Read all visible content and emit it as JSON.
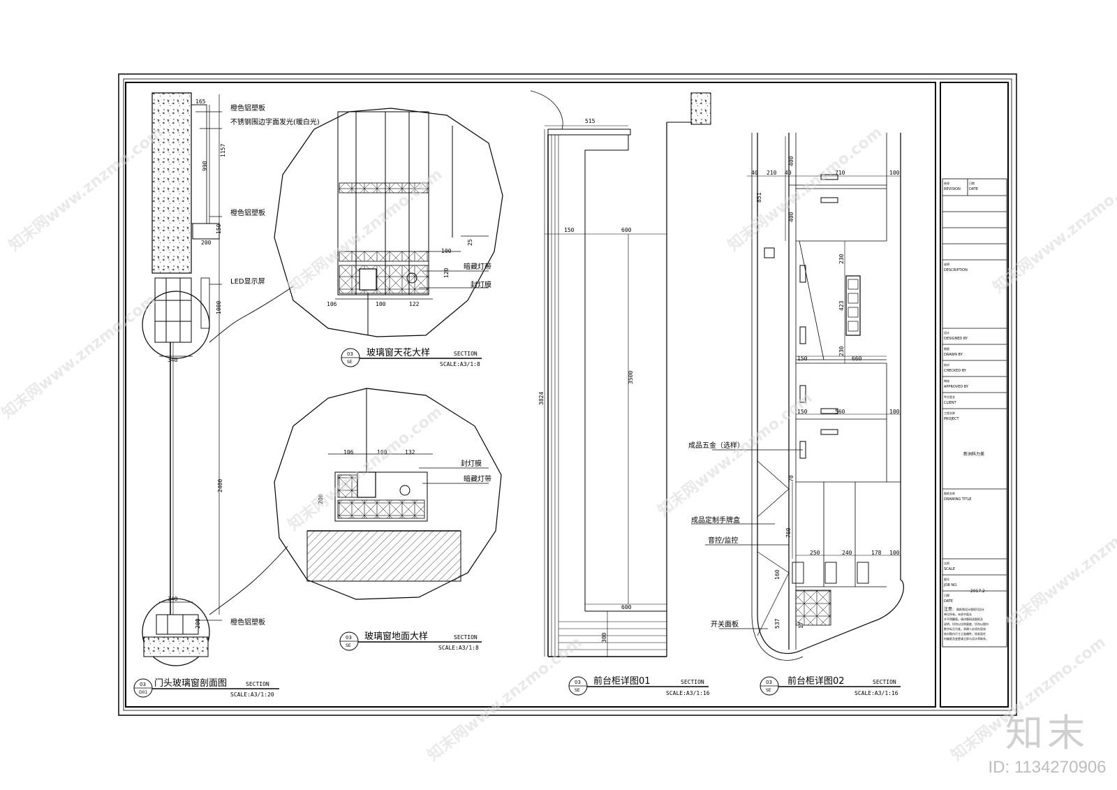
{
  "drawings": {
    "door_section": {
      "number": "03",
      "sheet": "D01",
      "title": "门头玻璃窗剖面图",
      "section": "SECTION",
      "scale": "SCALE:A3/1:20"
    },
    "ceiling_detail": {
      "number": "03",
      "sheet": "SE",
      "title": "玻璃窗天花大样",
      "section": "SECTION",
      "scale": "SCALE:A3/1:8"
    },
    "floor_detail": {
      "number": "03",
      "sheet": "SE",
      "title": "玻璃窗地面大样",
      "section": "SECTION",
      "scale": "SCALE:A3/1:8"
    },
    "counter_01": {
      "number": "03",
      "sheet": "SE",
      "title": "前台柜详图01",
      "section": "SECTION",
      "scale": "SCALE:A3/1:16"
    },
    "counter_02": {
      "number": "03",
      "sheet": "SE",
      "title": "前台柜详图02",
      "section": "SECTION",
      "scale": "SCALE:A3/1:16"
    }
  },
  "labels": {
    "orange_panel_1": "橙色铝塑板",
    "steel_letter": "不锈钢围边字面发光(暖白光)",
    "orange_panel_2": "橙色铝塑板",
    "led_screen": "LED显示屏",
    "orange_panel_3": "橙色铝塑板",
    "hidden_light_1": "暗藏灯带",
    "seal_film_1": "封灯膜",
    "seal_film_2": "封灯膜",
    "hidden_light_2": "暗藏灯带",
    "hardware": "成品五金（选样）",
    "hand_box": "成品定制手牌盒",
    "audio": "音控/监控",
    "switch_panel": "开关面板"
  },
  "dims": {
    "d165": "165",
    "d1157": "1157",
    "d990": "990",
    "d150a": "150",
    "d200a": "200",
    "d1000": "1000",
    "d340a": "340",
    "d2400": "2400",
    "d340b": "340",
    "d200b": "200",
    "d100a": "100",
    "d25": "25",
    "d120": "120",
    "d106a": "106",
    "d100b": "100",
    "d122": "122",
    "d106b": "106",
    "d100c": "100",
    "d132": "132",
    "d200c": "200",
    "d515": "515",
    "d150b": "150",
    "d600a": "600",
    "d3824": "3824",
    "d3500": "3500",
    "d600b": "600",
    "d300": "300",
    "d40a": "40",
    "d210": "210",
    "d40b": "40",
    "d400a": "400",
    "d710": "710",
    "d100d": "100",
    "d400b": "400",
    "d851": "851",
    "d230a": "230",
    "d423": "423",
    "d230b": "230",
    "d660": "660",
    "d150c": "150",
    "d150d": "150",
    "d560": "560",
    "d100e": "100",
    "d70": "70",
    "d760": "760",
    "d250": "250",
    "d240": "240",
    "d178": "178",
    "d100f": "100",
    "d160": "160",
    "d537": "537",
    "d17": "17"
  },
  "title_block": {
    "revision_cn": "修改",
    "revision": "REVISION",
    "date_cn": "日期",
    "date": "DATE",
    "description_cn": "说明",
    "description": "DESCRIPTION",
    "designed_cn": "设计",
    "designed": "DESIGNED BY",
    "drawn_cn": "制图",
    "drawn": "DRAWN BY",
    "checked_cn": "校对",
    "checked": "CHECKED BY",
    "approved_cn": "审核",
    "approved": "APPROVED BY",
    "client_cn": "甲方签名",
    "client": "CLIENT",
    "project_cn": "工程名称",
    "project": "PROJECT",
    "project_name": "新洲科力美",
    "drawing_title_cn": "图纸名称",
    "drawing_title": "DRAWING TITLE",
    "scale_cn": "比例",
    "scale": "SCALE",
    "job_cn": "图号",
    "job": "JOB NO.",
    "date2_cn": "日期",
    "date2": "DATE",
    "date2_value": "2017.2",
    "notes_head": "注意:",
    "notes_1": "图纸和设计版权归设计",
    "notes_2": "单位所有。未经书面允",
    "notes_3": "许不得翻版。请详细研读图纸及",
    "notes_4": "说明，切勿以比例量度，切勿以图内",
    "notes_5": "数字标注为准。承建人必须在现场",
    "notes_6": "核对图内尺寸之准确性，如发现任",
    "notes_7": "何偏差及变更请立即与设计师联系。"
  },
  "watermark": {
    "text": "知末网www.znzmo.com",
    "brand": "知末",
    "id": "ID: 1134270906"
  }
}
